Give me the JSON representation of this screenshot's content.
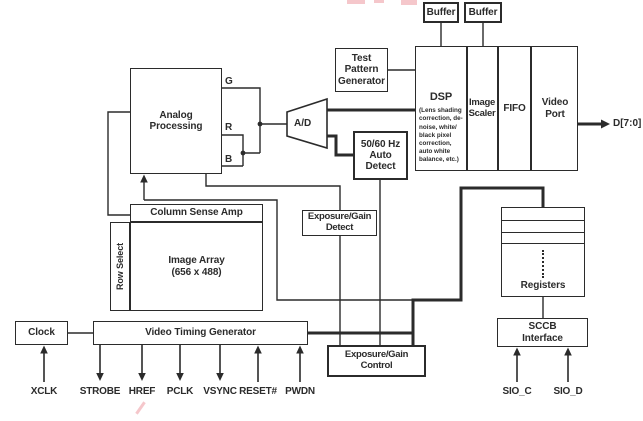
{
  "blocks": {
    "analog_processing": "Analog Processing",
    "ad": "A/D",
    "buffer1": "Buffer",
    "buffer2": "Buffer",
    "test_pattern_generator": "Test Pattern Generator",
    "dsp_title": "DSP",
    "dsp_subtitle": "(Lens shading correction, de-noise, white/ black pixel correction, auto white balance, etc.)",
    "image_scaler": "Image Scaler",
    "fifo": "FIFO",
    "video_port": "Video Port",
    "auto_detect": "50/60 Hz Auto Detect",
    "exposure_gain_detect": "Exposure/Gain Detect",
    "exposure_gain_control": "Exposure/Gain Control",
    "column_sense_amp": "Column Sense Amp",
    "row_select": "Row Select",
    "image_array_line1": "Image Array",
    "image_array_line2": "(656 x 488)",
    "clock": "Clock",
    "video_timing_generator": "Video Timing Generator",
    "registers": "Registers",
    "sccb_interface": "SCCB Interface"
  },
  "channel_labels": {
    "g": "G",
    "r": "R",
    "b": "B"
  },
  "pins": {
    "output": "D[7:0]",
    "bottom": [
      "XCLK",
      "STROBE",
      "HREF",
      "PCLK",
      "VSYNC",
      "RESET#",
      "PWDN"
    ],
    "sccb": [
      "SIO_C",
      "SIO_D"
    ]
  },
  "colors": {
    "line": "#2b2b2b",
    "background": "#ffffff"
  }
}
